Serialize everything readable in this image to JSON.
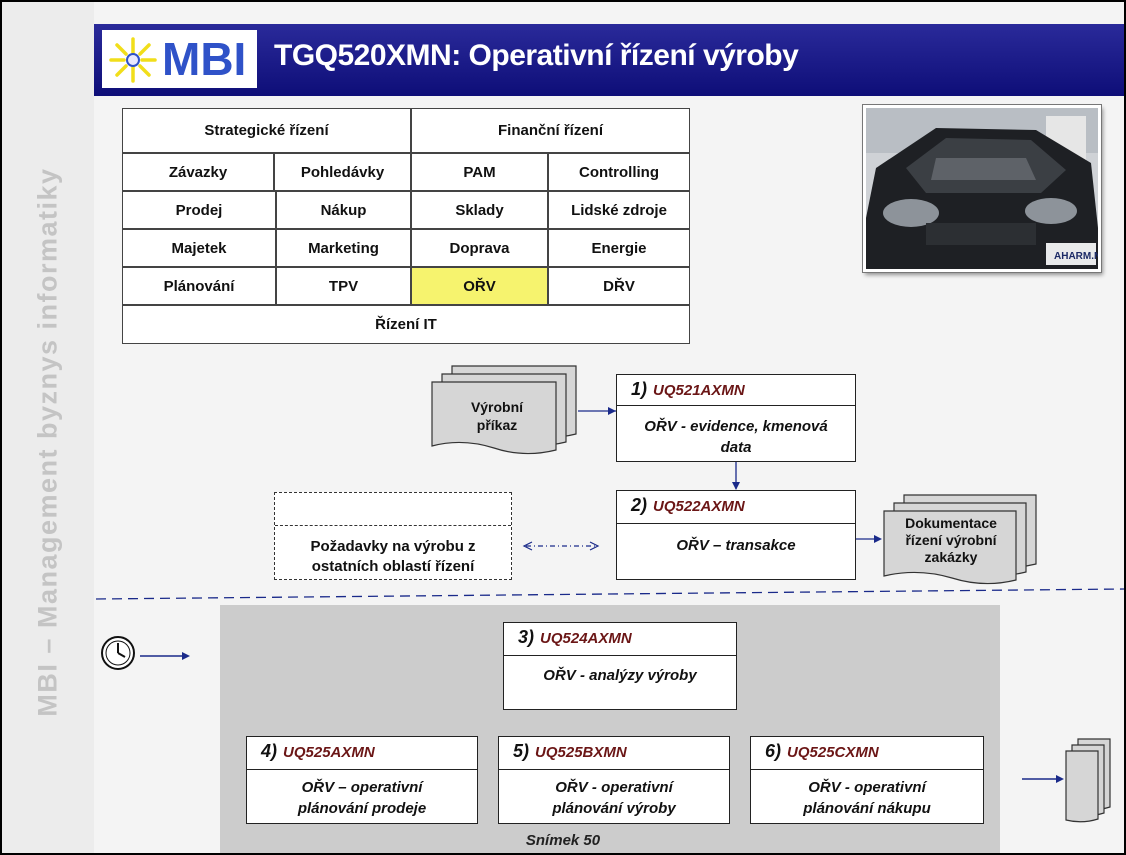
{
  "header": {
    "logo_text": "MBI",
    "title": "TGQ520XMN: Operativní řízení výroby"
  },
  "sidebar": {
    "text": "MBI – Management byznys informatiky"
  },
  "grid": {
    "strategic": "Strategické řízení",
    "financial": "Finanční řízení",
    "zavazky": "Závazky",
    "pohledavky": "Pohledávky",
    "pam": "PAM",
    "controlling": "Controlling",
    "prodej": "Prodej",
    "nakup": "Nákup",
    "sklady": "Sklady",
    "lidske": "Lidské zdroje",
    "majetek": "Majetek",
    "marketing": "Marketing",
    "doprava": "Doprava",
    "energie": "Energie",
    "planovani": "Plánování",
    "tpv": "TPV",
    "orv": "OŘV",
    "drv": "DŘV",
    "rizeni_it": "Řízení IT"
  },
  "photo": {
    "watermark": "AHARM.NET"
  },
  "doc_vyrobni": {
    "line1": "Výrobní",
    "line2": "příkaz"
  },
  "doc_dokumentace": {
    "line1": "Dokumentace",
    "line2": "řízení výrobní",
    "line3": "zakázky"
  },
  "requests": {
    "line1": "Požadavky na výrobu z",
    "line2": "ostatních oblastí řízení"
  },
  "proc1": {
    "num": "1)",
    "code": "UQ521AXMN",
    "line1": "OŘV - evidence, kmenová",
    "line2": "data"
  },
  "proc2": {
    "num": "2)",
    "code": "UQ522AXMN",
    "line1": "OŘV – transakce"
  },
  "proc3": {
    "num": "3)",
    "code": "UQ524AXMN",
    "line1": "OŘV - analýzy výroby"
  },
  "proc4": {
    "num": "4)",
    "code": "UQ525AXMN",
    "line1": "OŘV – operativní",
    "line2": "plánování prodeje"
  },
  "proc5": {
    "num": "5)",
    "code": "UQ525BXMN",
    "line1": "OŘV - operativní",
    "line2": "plánování výroby"
  },
  "proc6": {
    "num": "6)",
    "code": "UQ525CXMN",
    "line1": "OŘV - operativní",
    "line2": "plánování  nákupu"
  },
  "footer": {
    "slide": "Snímek  50"
  }
}
